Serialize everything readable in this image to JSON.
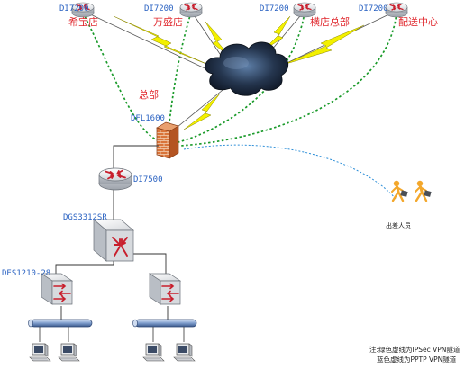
{
  "branches": [
    {
      "model": "DI7200",
      "name": "希宝店"
    },
    {
      "model": "DI7200",
      "name": "万盛店"
    },
    {
      "model": "DI7200",
      "name": "横店总部"
    },
    {
      "model": "DI7200",
      "name": "配送中心"
    }
  ],
  "hq_label": "总部",
  "firewall_label": "DFL1600",
  "core_router_label": "DI7500",
  "core_switch_label": "DGS3312SR",
  "access_switch_label": "DES1210-28",
  "travelers_label": "出差人员",
  "legend": {
    "line1": "注:绿色虚线为IPSec VPN隧道",
    "line2": "蓝色虚线为PPTP VPN隧道"
  },
  "colors": {
    "ipsec_tunnel": "#1a9a2a",
    "pptp_tunnel": "#2e8fd8",
    "lightning": "#f3f000",
    "label_blue": "#2a62c2",
    "label_red": "#e0282e"
  }
}
